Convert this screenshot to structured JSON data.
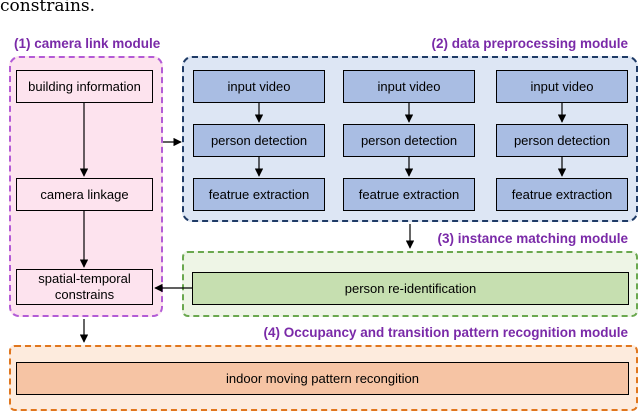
{
  "caption_fragment": "constrains.",
  "modules": {
    "camera_link": {
      "title": "(1) camera link module",
      "building_information": "building information",
      "camera_linkage": "camera linkage",
      "spatial_temporal_constraints": "spatial-temporal constrains"
    },
    "data_preprocessing": {
      "title": "(2) data preprocessing module",
      "columns": [
        {
          "input": "input video",
          "detection": "person detection",
          "extraction": "featrue extraction"
        },
        {
          "input": "input video",
          "detection": "person detection",
          "extraction": "featrue extraction"
        },
        {
          "input": "input video",
          "detection": "person detection",
          "extraction": "featrue extraction"
        }
      ]
    },
    "instance_matching": {
      "title": "(3) instance matching module",
      "reid": "person re-identification"
    },
    "occupancy": {
      "title": "(4) Occupancy and transition pattern recognition module",
      "pattern": "indoor moving pattern recongition"
    }
  },
  "colors": {
    "purple_title": "#7a2aa8",
    "pink_fill": "#fde3ee",
    "pink_border": "#b35bd6",
    "blue_fill": "#a9bde3",
    "blue_region": "#dde6f4",
    "blue_border": "#1f3b66",
    "green_fill": "#c6dfb0",
    "green_region": "#eef5e6",
    "green_border": "#6aa84f",
    "orange_fill": "#f6c4a4",
    "orange_region": "#fdebdd",
    "orange_border": "#e0761d"
  }
}
